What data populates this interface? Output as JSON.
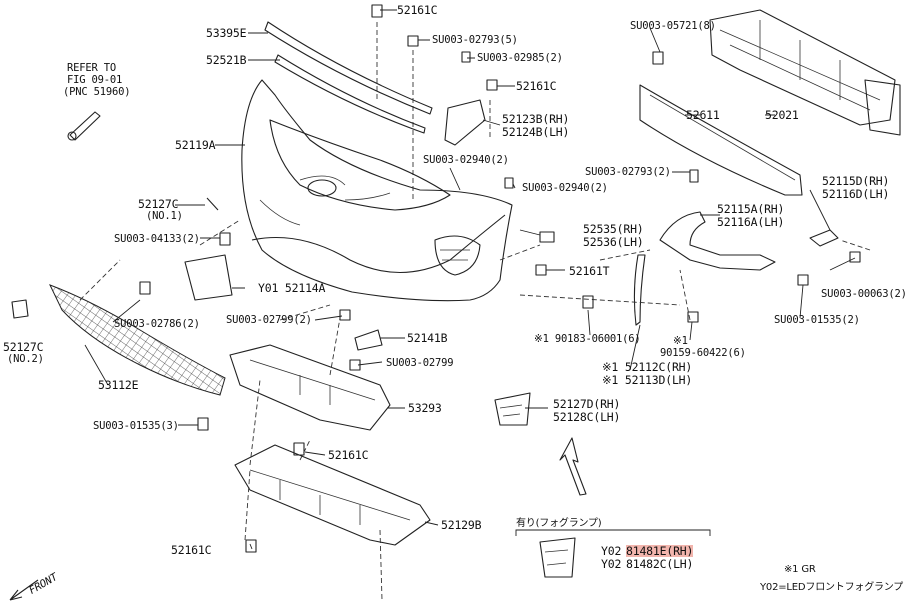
{
  "labels": {
    "p53395E": "53395E",
    "p52161C_top": "52161C",
    "su_02793_5": "SU003-02793(5)",
    "su_02985_2": "SU003-02985(2)",
    "p52521B": "52521B",
    "p52161C_b": "52161C",
    "refer1": "REFER TO",
    "refer2": "FIG 09-01",
    "refer3": "(PNC 51960)",
    "p52123B": "52123B(RH)",
    "p52124B": "52124B(LH)",
    "p52119A": "52119A",
    "su_02940_2a": "SU003-02940(2)",
    "su_02940_2b": "SU003-02940(2)",
    "p52127C_no1": "52127C",
    "no1": "(NO.1)",
    "su_04133_2": "SU003-04133(2)",
    "p52535": "52535(RH)",
    "p52536": "52536(LH)",
    "p52161T": "52161T",
    "y01_52114A": "Y01 52114A",
    "su_02786_2": "SU003-02786(2)",
    "su_02799_2": "SU003-02799(2)",
    "p52127C_no2": "52127C",
    "no2": "(NO.2)",
    "p52141B": "52141B",
    "su_02799": "SU003-02799",
    "p53112E": "53112E",
    "p53293": "53293",
    "su_01535_3": "SU003-01535(3)",
    "p52161C_mid": "52161C",
    "p52129B": "52129B",
    "p52161C_bot": "52161C",
    "su_05721_8": "SU003-05721(8)",
    "p52611": "52611",
    "p52021": "52021",
    "su_02793_2": "SU003-02793(2)",
    "p52115D": "52115D(RH)",
    "p52116D": "52116D(LH)",
    "p52115A": "52115A(RH)",
    "p52116A": "52116A(LH)",
    "su_00063_2": "SU003-00063(2)",
    "su_01535_2": "SU003-01535(2)",
    "p90183": "※1 90183-06001(6)",
    "mark1": "※1",
    "p90159": "90159-60422(6)",
    "p52112C": "※1 52112C(RH)",
    "p52113D": "※1 52113D(LH)",
    "p52127D": "52127D(RH)",
    "p52128C": "52128C(LH)",
    "fog_title": "有り(フォグランプ)",
    "y02_a": "Y02",
    "p81481E": "81481E(RH)",
    "y02_b": "Y02",
    "p81482C": "81482C(LH)",
    "note1": "※1 GR",
    "note2": "Y02=LEDフロントフォグランプ",
    "front": "FRONT"
  },
  "colors": {
    "highlight": "#f2b5ad",
    "line": "#222222"
  }
}
